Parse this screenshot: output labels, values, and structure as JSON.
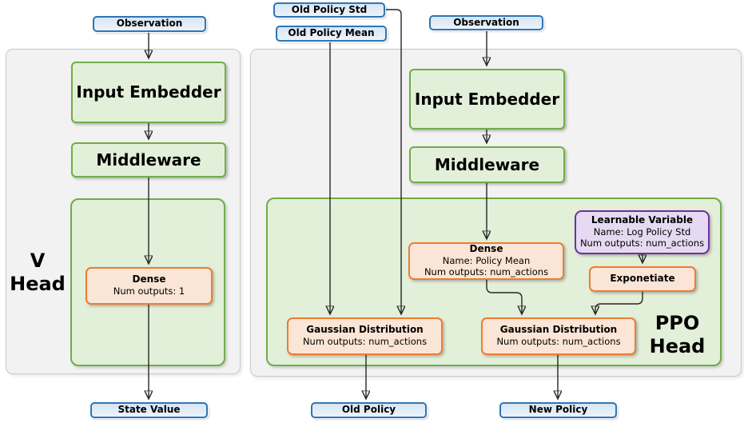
{
  "colors": {
    "blue_border": "#2E75B6",
    "blue_fill": "#D6E5F4",
    "green_border": "#70AD47",
    "green_fill": "#E2EFD9",
    "orange_border": "#ED7D31",
    "orange_fill": "#FBE5D6",
    "purple_border": "#7030A0",
    "purple_fill": "#E6D9F2",
    "panel_fill": "#F2F2F2",
    "panel_border": "#C9C9C9",
    "arrow_color": "#262626"
  },
  "v_head": {
    "label_line1": "V",
    "label_line2": "Head",
    "observation": "Observation",
    "input_embedder": "Input Embedder",
    "middleware": "Middleware",
    "dense": {
      "title": "Dense",
      "line2": "Num outputs: 1"
    },
    "state_value": "State Value"
  },
  "ppo_head": {
    "label_line1": "PPO",
    "label_line2": "Head",
    "old_policy_std": "Old Policy Std",
    "old_policy_mean": "Old Policy Mean",
    "observation": "Observation",
    "input_embedder": "Input Embedder",
    "middleware": "Middleware",
    "dense": {
      "title": "Dense",
      "line2": "Name: Policy Mean",
      "line3": "Num outputs: num_actions"
    },
    "learnable_variable": {
      "title": "Learnable Variable",
      "line2": "Name: Log Policy Std",
      "line3": "Num outputs: num_actions"
    },
    "exponetiate": "Exponetiate",
    "gaussian_old": {
      "title": "Gaussian Distribution",
      "line2": "Num outputs: num_actions"
    },
    "gaussian_new": {
      "title": "Gaussian Distribution",
      "line2": "Num outputs: num_actions"
    },
    "old_policy": "Old Policy",
    "new_policy": "New Policy"
  }
}
